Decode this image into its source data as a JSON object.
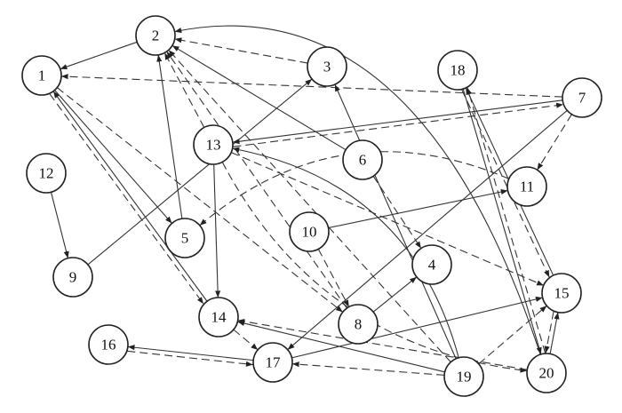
{
  "graph": {
    "type": "directed",
    "nodes": [
      "1",
      "2",
      "3",
      "4",
      "5",
      "6",
      "7",
      "8",
      "9",
      "10",
      "11",
      "12",
      "13",
      "14",
      "15",
      "16",
      "17",
      "18",
      "19",
      "20"
    ],
    "edges": [
      {
        "from": "2",
        "to": "1",
        "style": "solid"
      },
      {
        "from": "3",
        "to": "2",
        "style": "dashed"
      },
      {
        "from": "7",
        "to": "1",
        "style": "dashed"
      },
      {
        "from": "20",
        "to": "2",
        "style": "solid",
        "curve": "over-top"
      },
      {
        "from": "6",
        "to": "2",
        "style": "solid"
      },
      {
        "from": "5",
        "to": "2",
        "style": "solid"
      },
      {
        "from": "13",
        "to": "2",
        "style": "dashed"
      },
      {
        "from": "8",
        "to": "2",
        "style": "dashed"
      },
      {
        "from": "19",
        "to": "2",
        "style": "dashed"
      },
      {
        "from": "1",
        "to": "5",
        "style": "solid"
      },
      {
        "from": "14",
        "to": "1",
        "style": "solid"
      },
      {
        "from": "1",
        "to": "14",
        "style": "dashed"
      },
      {
        "from": "1",
        "to": "8",
        "style": "dashed"
      },
      {
        "from": "9",
        "to": "3",
        "style": "solid"
      },
      {
        "from": "12",
        "to": "9",
        "style": "solid"
      },
      {
        "from": "13",
        "to": "14",
        "style": "solid"
      },
      {
        "from": "7",
        "to": "13",
        "style": "solid"
      },
      {
        "from": "13",
        "to": "7",
        "style": "dashed"
      },
      {
        "from": "13",
        "to": "15",
        "style": "dashed"
      },
      {
        "from": "13",
        "to": "20",
        "style": "dashed",
        "curve": "arc"
      },
      {
        "from": "19",
        "to": "13",
        "style": "solid",
        "curve": "arc"
      },
      {
        "from": "19",
        "to": "3",
        "style": "solid"
      },
      {
        "from": "7",
        "to": "11",
        "style": "dashed"
      },
      {
        "from": "7",
        "to": "17",
        "style": "solid"
      },
      {
        "from": "10",
        "to": "11",
        "style": "solid"
      },
      {
        "from": "10",
        "to": "8",
        "style": "dashed"
      },
      {
        "from": "11",
        "to": "5",
        "style": "dashed",
        "curve": "arc"
      },
      {
        "from": "6",
        "to": "4",
        "style": "dashed"
      },
      {
        "from": "8",
        "to": "4",
        "style": "solid"
      },
      {
        "from": "15",
        "to": "18",
        "style": "solid"
      },
      {
        "from": "18",
        "to": "15",
        "style": "dashed"
      },
      {
        "from": "18",
        "to": "20",
        "style": "solid"
      },
      {
        "from": "20",
        "to": "18",
        "style": "dashed"
      },
      {
        "from": "20",
        "to": "15",
        "style": "solid"
      },
      {
        "from": "15",
        "to": "20",
        "style": "dashed"
      },
      {
        "from": "17",
        "to": "15",
        "style": "solid"
      },
      {
        "from": "19",
        "to": "15",
        "style": "dashed"
      },
      {
        "from": "19",
        "to": "17",
        "style": "dashed"
      },
      {
        "from": "19",
        "to": "14",
        "style": "solid"
      },
      {
        "from": "20",
        "to": "14",
        "style": "dashed"
      },
      {
        "from": "14",
        "to": "17",
        "style": "dashed"
      },
      {
        "from": "17",
        "to": "16",
        "style": "solid"
      },
      {
        "from": "16",
        "to": "17",
        "style": "dashed"
      }
    ]
  }
}
